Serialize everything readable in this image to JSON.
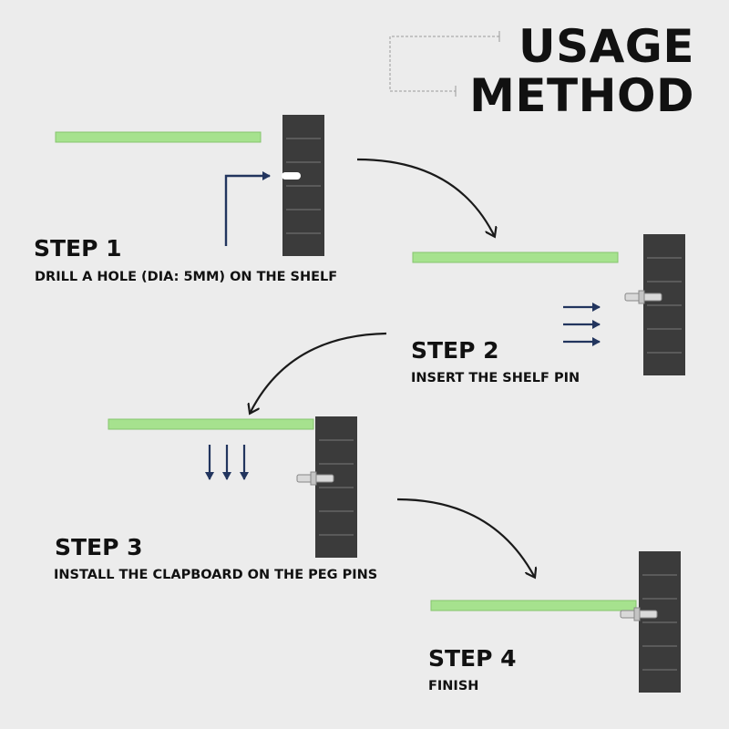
{
  "header": {
    "line1": "USAGE",
    "line2": "METHOD"
  },
  "steps": [
    {
      "title": "STEP 1",
      "description": "DRILL A HOLE (DIA: 5MM) ON THE SHELF"
    },
    {
      "title": "STEP 2",
      "description": "INSERT THE SHELF PIN"
    },
    {
      "title": "STEP 3",
      "description": "INSTALL THE CLAPBOARD ON THE PEG PINS"
    },
    {
      "title": "STEP 4",
      "description": "FINISH"
    }
  ],
  "colors": {
    "shelf": "#a6e28e",
    "panel": "#3b3b3b",
    "panel_lines": "#7a7a7a",
    "arrow_blue": "#22355e",
    "curve_arrow": "#1a1a1a",
    "pin": "#d9d9d9"
  }
}
